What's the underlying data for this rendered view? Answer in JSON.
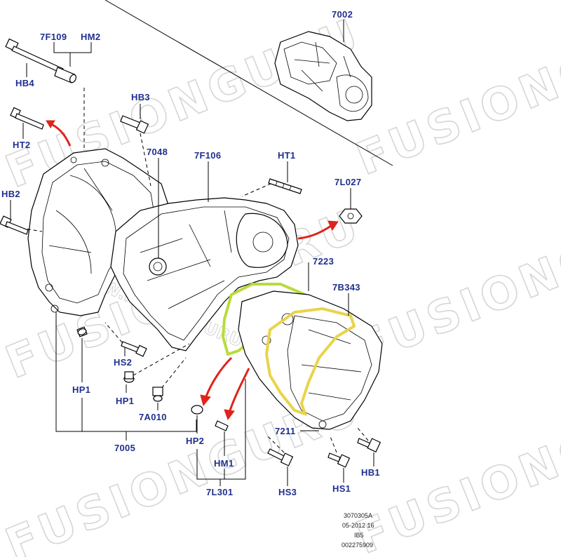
{
  "labels": {
    "l7002": "7002",
    "l7F109": "7F109",
    "lHM2": "HM2",
    "lHB4": "HB4",
    "lHB3": "HB3",
    "lHT2": "HT2",
    "l7048": "7048",
    "l7F106": "7F106",
    "lHT1": "HT1",
    "lHB2": "HB2",
    "l7L027": "7L027",
    "l7223": "7223",
    "l7B343": "7B343",
    "lHS2": "HS2",
    "lHP1a": "HP1",
    "lHP1b": "HP1",
    "l7A010": "7A010",
    "l7005": "7005",
    "lHP2": "HP2",
    "lHM1": "HM1",
    "l7L301": "7L301",
    "l7211": "7211",
    "lHB1": "HB1",
    "lHS3": "HS3",
    "lHS1": "HS1"
  },
  "meta": {
    "code": "3070305A",
    "date": "05-2012 16",
    "variant": "IB5",
    "ref": "002275909"
  },
  "watermark": {
    "brand": "FUSIONGURU",
    "brand_short": "FUSIONGU",
    "site": "WWW.FUSIONGURU.CH",
    "stamp": "11-03-2011"
  },
  "colors": {
    "label": "#1f2f8f",
    "arrow": "#e0231b",
    "gasket_green": "#b8dc3c",
    "gasket_yellow": "#e8d44a"
  }
}
